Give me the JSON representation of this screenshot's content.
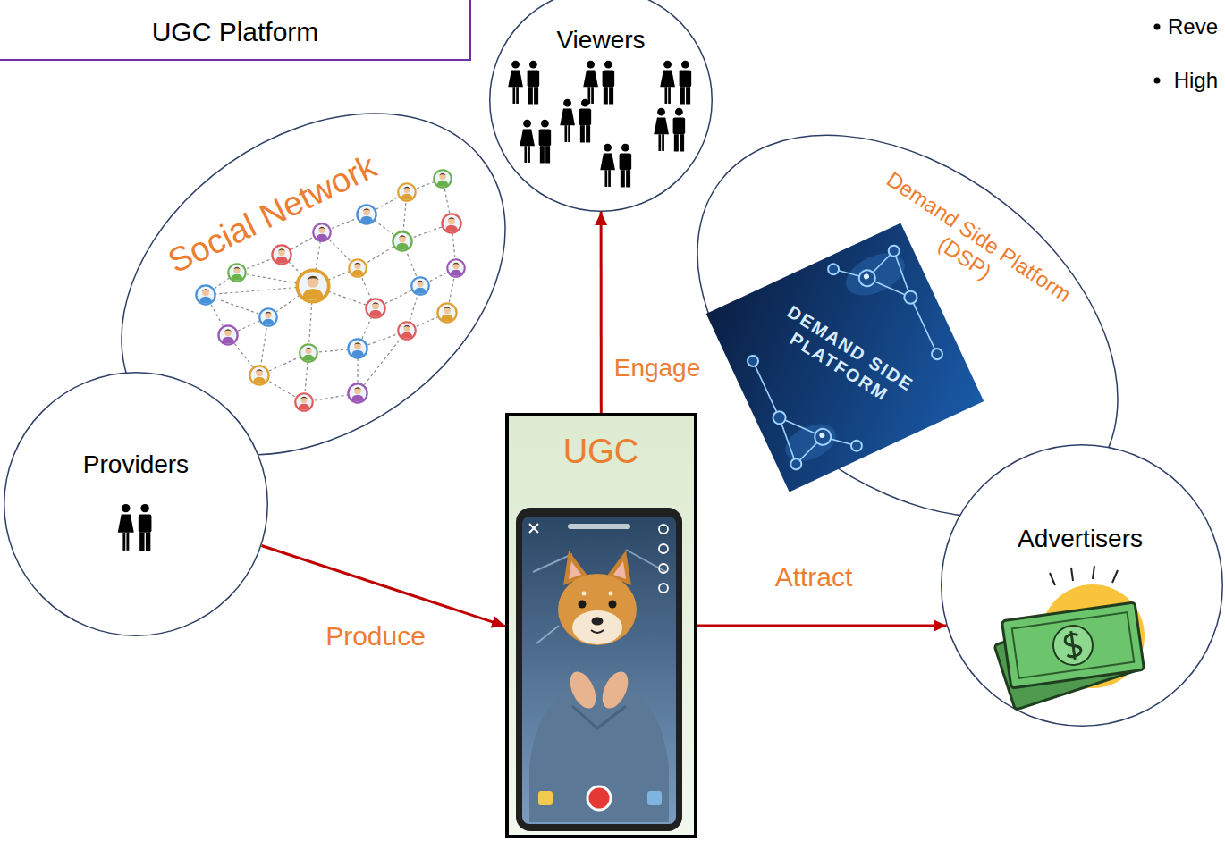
{
  "diagram": {
    "nodes": [
      {
        "text": [
          "UGC Platform"
        ]
      },
      {
        "text": [
          "Viewers"
        ]
      },
      {
        "text": [
          "Social Network"
        ]
      },
      {
        "text": [
          "Demand Side Platform (DSP)"
        ]
      },
      {
        "text": [
          "Providers"
        ]
      },
      {
        "text": [
          "UGC"
        ]
      },
      {
        "text": [
          "Advertisers"
        ]
      }
    ],
    "edges": [
      {
        "from": 4,
        "to": 5,
        "label": "Produce",
        "arrow": "to"
      },
      {
        "from": 5,
        "to": 1,
        "label": "Engage",
        "arrow": "to"
      },
      {
        "from": 5,
        "to": 6,
        "label": "Attract",
        "arrow": "to"
      }
    ],
    "labels": [
      "DEMAND SIDE PLATFORM",
      "Reve",
      "High"
    ]
  }
}
